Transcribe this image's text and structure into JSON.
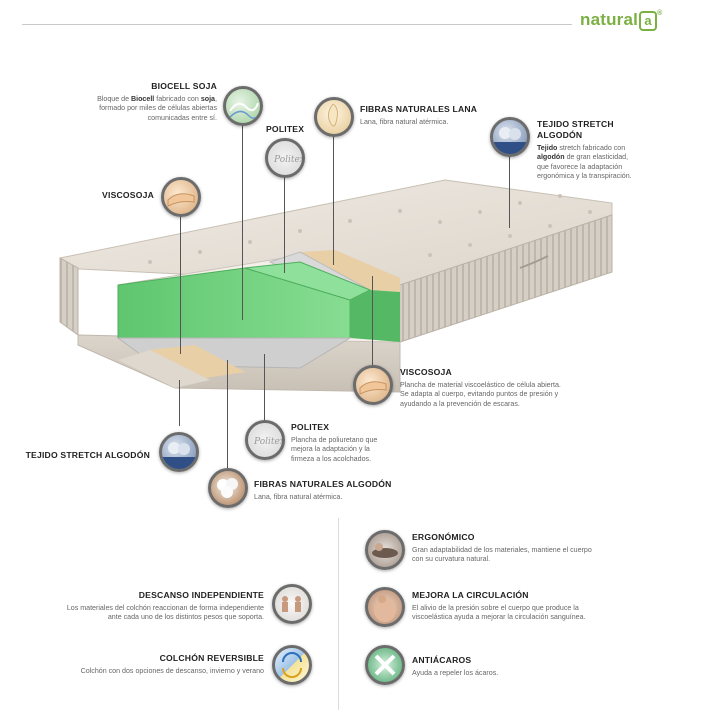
{
  "brand": {
    "name": "natural",
    "mark": "a",
    "reg": "®"
  },
  "features": {
    "biocell": {
      "title": "BIOCELL SOJA",
      "line1_a": "Bloque de ",
      "line1_b": "Biocell",
      "line1_c": " fabricado con ",
      "line1_d": "soja",
      "line1_e": ",",
      "line2": "formado por miles de células abiertas",
      "line3": "comunicadas entre sí."
    },
    "politex_top": {
      "title": "POLITEX"
    },
    "lana": {
      "title": "FIBRAS NATURALES LANA",
      "desc": "Lana, fibra natural atérmica."
    },
    "tejido_top": {
      "title_1": "TEJIDO STRETCH",
      "title_2": "ALGODÓN",
      "l1_a": "Tejido",
      "l1_b": " stretch fabricado con",
      "l2_a": "algodón",
      "l2_b": " de gran elasticidad,",
      "l3": "que favorece la adaptación",
      "l4": "ergonómica y la transpiración."
    },
    "viscosoja_left": {
      "title": "VISCOSOJA"
    },
    "viscosoja_right": {
      "title": "VISCOSOJA",
      "l1": "Plancha de material viscoelástico de célula abierta.",
      "l2": "Se adapta al cuerpo, evitando puntos de presión y",
      "l3": "ayudando a la prevención de escaras."
    },
    "politex_bottom": {
      "title": "POLITEX",
      "l1": "Plancha de poliuretano que",
      "l2": "mejora la adaptación y la",
      "l3": "firmeza a los acolchados."
    },
    "tejido_left": {
      "title": "TEJIDO STRETCH ALGODÓN"
    },
    "algodon": {
      "title": "FIBRAS NATURALES ALGODÓN",
      "desc": "Lana, fibra natural atérmica."
    }
  },
  "benefits": {
    "ergonomico": {
      "title": "ERGONÓMICO",
      "l1": "Gran adaptabilidad de los materiales, mantiene el cuerpo",
      "l2": "con su curvatura natural."
    },
    "descanso": {
      "title": "DESCANSO INDEPENDIENTE",
      "l1": "Los materiales del colchón reaccionan de forma independiente",
      "l2": "ante cada uno de los distintos pesos que soporta."
    },
    "circulacion": {
      "title": "MEJORA LA CIRCULACIÓN",
      "l1": "El alivio de la presión sobre el cuerpo que produce la",
      "l2": "viscoelástica ayuda a mejorar la circulación sanguínea."
    },
    "reversible": {
      "title": "COLCHÓN REVERSIBLE",
      "l1": "Colchón con dos opciones de descanso, invierno y verano"
    },
    "antiacaros": {
      "title": "ANTIÁCAROS",
      "l1": "Ayuda a repeler los ácaros."
    }
  },
  "icons": {
    "biocell": "foam-swirl-icon",
    "politex": "fabric-pad-icon",
    "lana": "wool-icon",
    "tejido": "knit-fabric-icon",
    "viscosoja": "hand-press-icon",
    "algodon": "cotton-icon",
    "ergonomico": "spine-pillow-icon",
    "descanso": "sleeper-icon",
    "circulacion": "back-massage-icon",
    "reversible": "reversible-icon",
    "antiacaros": "mite-cross-icon"
  },
  "colors": {
    "brand_green": "#7bb043",
    "foam_green": "#6ed07c",
    "mattress": "#e6e0d8"
  }
}
